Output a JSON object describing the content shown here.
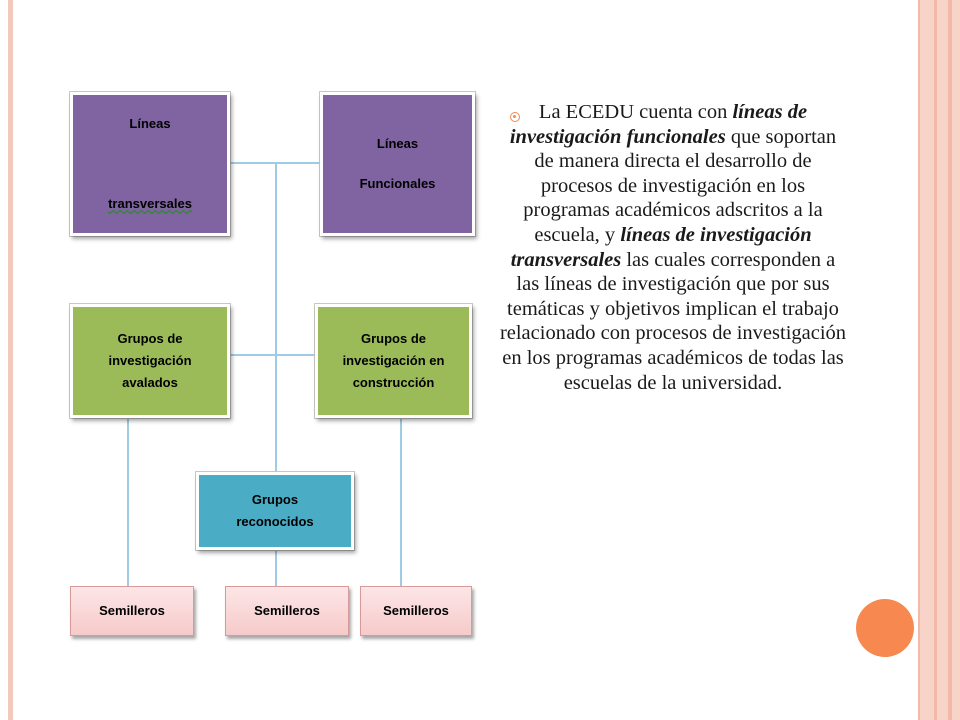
{
  "diagram": {
    "lineas_transversales": {
      "line1": "Líneas",
      "line2": "transversales"
    },
    "lineas_funcionales": "Líneas\nFuncionales",
    "grupos_avalados": "Grupos de\ninvestigación\navalados",
    "grupos_construccion": "Grupos de\ninvestigación en\nconstrucción",
    "grupos_reconocidos": "Grupos\nreconocidos",
    "semilleros": [
      "Semilleros",
      "Semilleros",
      "Semilleros"
    ]
  },
  "text": {
    "p1": "La ECEDU cuenta con ",
    "em1": "líneas de investigación funcionales",
    "p2": "  que soportan de manera directa el desarrollo de procesos de investigación en los programas académicos adscritos a la escuela, y ",
    "em2": "líneas de investigación transversales",
    "p3": " las cuales corresponden a las líneas de investigación que por sus temáticas y objetivos implican el trabajo relacionado con procesos de investigación en  los programas académicos de todas las escuelas de la universidad."
  },
  "colors": {
    "purple": "#8063a1",
    "green": "#9bbb59",
    "blue": "#4bacc6",
    "pink": "#f6caca",
    "connector": "#9fcbe6",
    "accent": "#f7884f"
  }
}
